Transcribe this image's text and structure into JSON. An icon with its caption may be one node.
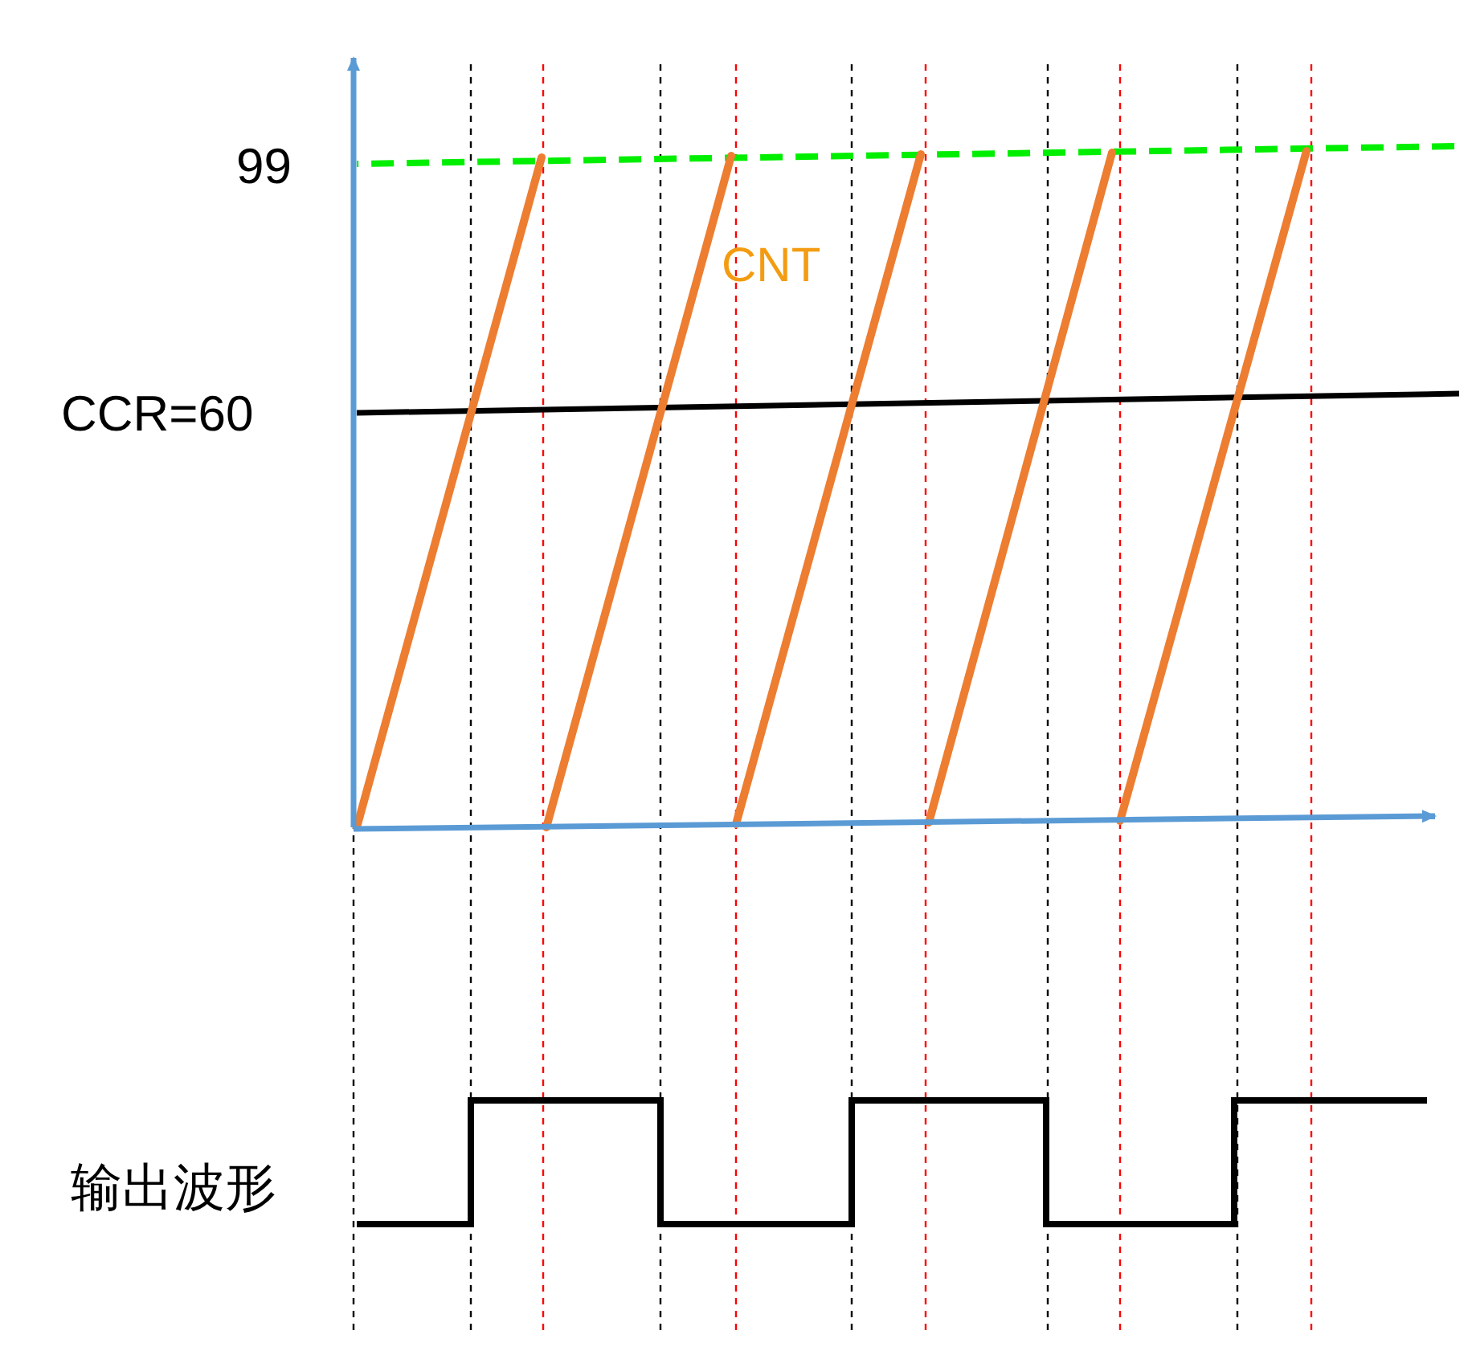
{
  "diagram": {
    "labels": [
      "99",
      "CNT",
      "CCR=60",
      "输出波形"
    ]
  }
}
